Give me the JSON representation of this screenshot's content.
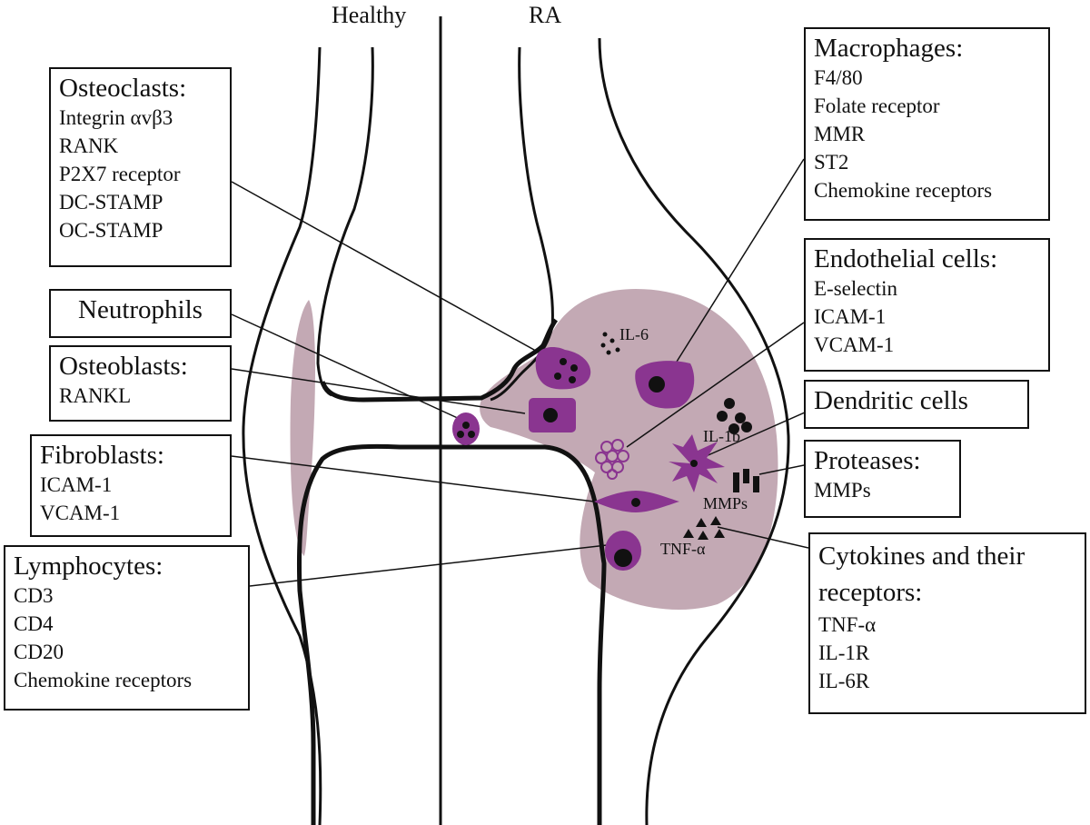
{
  "headers": {
    "healthy": "Healthy",
    "ra": "RA"
  },
  "colors": {
    "tissue": "#c3a9b4",
    "cell": "#8a3590",
    "cell_light": "#b070b6",
    "line": "#111111"
  },
  "boxes": {
    "osteoclasts": {
      "title": "Osteoclasts:",
      "items": [
        "Integrin αvβ3",
        "RANK",
        "P2X7 receptor",
        "DC-STAMP",
        "OC-STAMP"
      ]
    },
    "neutrophils": {
      "title": "Neutrophils"
    },
    "osteoblasts": {
      "title": "Osteoblasts:",
      "items": [
        "RANKL"
      ]
    },
    "fibroblasts": {
      "title": "Fibroblasts:",
      "items": [
        "ICAM-1",
        "VCAM-1"
      ]
    },
    "lymphocytes": {
      "title": "Lymphocytes:",
      "items": [
        "CD3",
        "CD4",
        "CD20",
        "Chemokine receptors"
      ]
    },
    "macrophages": {
      "title": "Macrophages:",
      "items": [
        "F4/80",
        "Folate receptor",
        "MMR",
        "ST2",
        "Chemokine receptors"
      ]
    },
    "endothelial": {
      "title": "Endothelial cells:",
      "items": [
        "E-selectin",
        "ICAM-1",
        "VCAM-1"
      ]
    },
    "dendritic": {
      "title": "Dendritic cells"
    },
    "proteases": {
      "title": "Proteases:",
      "items": [
        "MMPs"
      ]
    },
    "cytokines": {
      "title": "Cytokines and their receptors:",
      "items": [
        "TNF-α",
        "IL-1R",
        "IL-6R"
      ]
    }
  },
  "inline_labels": {
    "il6": "IL-6",
    "il1b": "IL-1b",
    "mmps": "MMPs",
    "tnf": "TNF-α"
  }
}
